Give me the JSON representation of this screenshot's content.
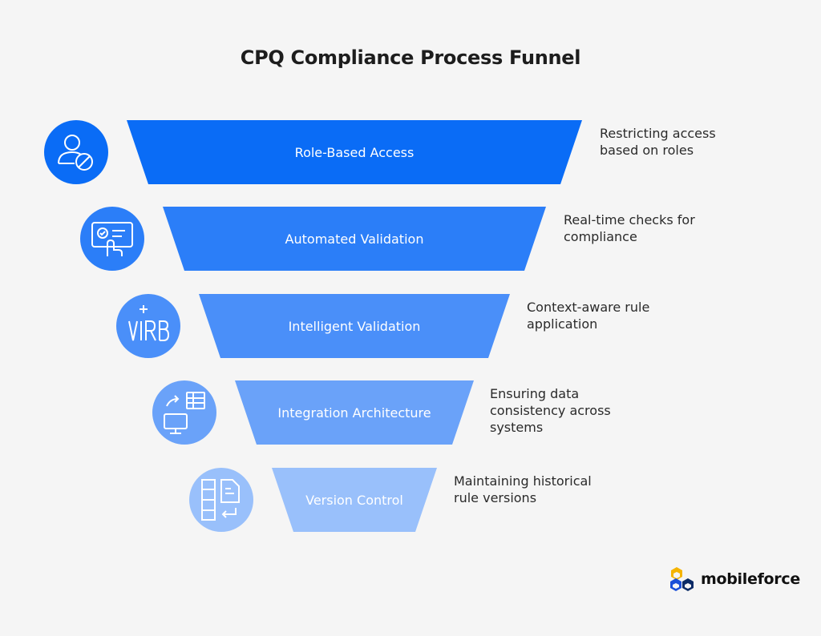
{
  "title": "CPQ Compliance Process Funnel",
  "stages": [
    {
      "label": "Role-Based Access",
      "description": "Restricting access\nbased on roles",
      "icon": "user-restricted-icon",
      "color": "#0a6cf6",
      "circle_color": "#0a6cf6"
    },
    {
      "label": "Automated Validation",
      "description": "Real-time checks for\ncompliance",
      "icon": "touchscreen-check-icon",
      "color": "#2b7ef8",
      "circle_color": "#2b7ef8"
    },
    {
      "label": "Intelligent Validation",
      "description": "Context-aware rule\napplication",
      "icon": "virb-icon",
      "color": "#4a8ff9",
      "circle_color": "#4a8ff9"
    },
    {
      "label": "Integration Architecture",
      "description": "Ensuring data\nconsistency across\nsystems",
      "icon": "integration-icon",
      "color": "#6aa2f9",
      "circle_color": "#6aa2f9"
    },
    {
      "label": "Version Control",
      "description": "Maintaining historical\nrule versions",
      "icon": "version-files-icon",
      "color": "#99c0fb",
      "circle_color": "#99c0fb"
    }
  ],
  "logo": {
    "text": "mobileforce",
    "icon": "mobileforce-logo-icon"
  }
}
